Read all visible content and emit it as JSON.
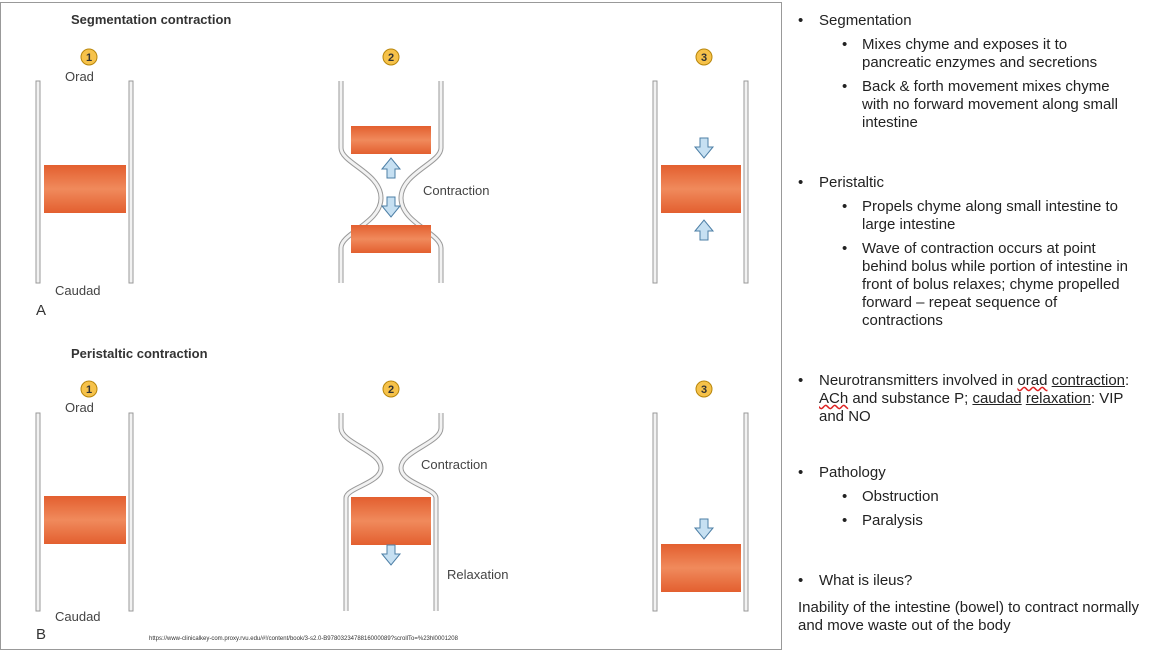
{
  "figure": {
    "segmentation_title": "Segmentation contraction",
    "peristaltic_title": "Peristaltic contraction",
    "steps": [
      "1",
      "2",
      "3"
    ],
    "orad": "Orad",
    "caudad": "Caudad",
    "contraction": "Contraction",
    "relaxation": "Relaxation",
    "letter_a": "A",
    "letter_b": "B",
    "source_url": "https://www-clinicalkey-com.proxy.rvu.edu/#!/content/book/3-s2.0-B9780323478816000089?scrollTo=%23hl0001208",
    "colors": {
      "bolus": "#e8683a",
      "bolus_light": "#f3a27c",
      "arrow": "#b8d7ec",
      "wall": "#888888"
    }
  },
  "bullets": {
    "segmentation": {
      "heading": "Segmentation",
      "items": [
        "Mixes chyme and exposes it to pancreatic enzymes and secretions",
        "Back & forth movement mixes chyme with no forward movement along small intestine"
      ]
    },
    "peristaltic": {
      "heading": "Peristaltic",
      "items": [
        "Propels chyme along small intestine to large intestine",
        "Wave of contraction occurs at point behind bolus while portion of intestine in front of bolus relaxes; chyme propelled forward – repeat sequence of contractions"
      ]
    },
    "neuro": {
      "p1": "Neurotransmitters involved in ",
      "orad": "orad",
      "contraction": "contraction",
      "p2": ": ",
      "ach": "ACh",
      "p3": " and substance P; ",
      "caudad": "caudad",
      "relaxation": "relaxation",
      "p4": ": VIP and NO"
    },
    "pathology": {
      "heading": "Pathology",
      "items": [
        "Obstruction",
        "Paralysis"
      ]
    },
    "ileus": {
      "heading": "What is ileus?",
      "definition": "Inability of the intestine (bowel) to contract normally and move waste out of the body"
    }
  }
}
